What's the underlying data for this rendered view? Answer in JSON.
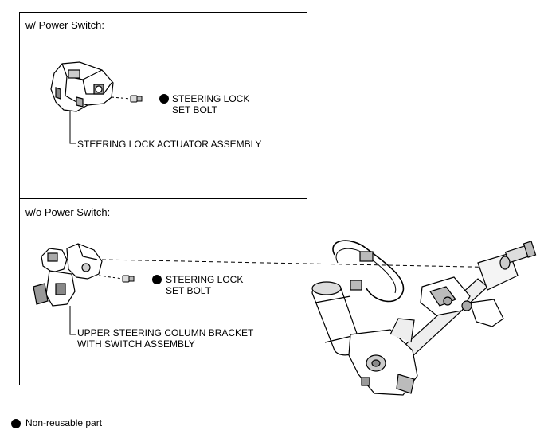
{
  "panel_top": {
    "title": "w/ Power Switch:",
    "bolt_label_line1": "STEERING LOCK",
    "bolt_label_line2": "SET BOLT",
    "assembly_label": "STEERING LOCK ACTUATOR ASSEMBLY"
  },
  "panel_bottom": {
    "title": "w/o Power Switch:",
    "bolt_label_line1": "STEERING LOCK",
    "bolt_label_line2": "SET BOLT",
    "assembly_label_line1": "UPPER STEERING COLUMN BRACKET",
    "assembly_label_line2": "WITH SWITCH ASSEMBLY"
  },
  "legend": {
    "text": "Non-reusable part",
    "icon": "filled-circle-icon"
  }
}
